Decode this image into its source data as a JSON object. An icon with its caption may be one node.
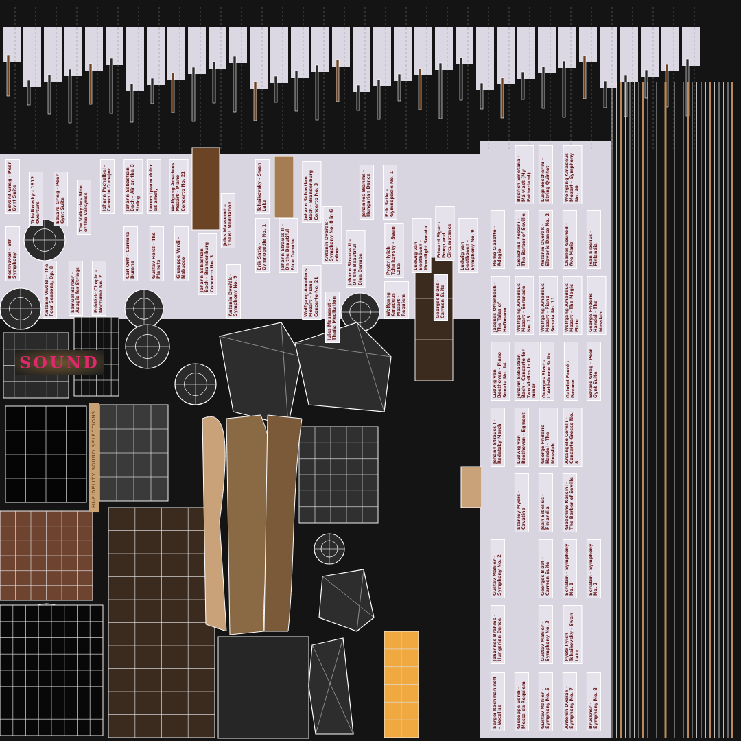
{
  "diagram": {
    "labels": [
      "Beethoven - 5th Symphony",
      "Edvard Grieg - Peer Gynt Suite",
      "Tchaikovsky - 1812 Overture",
      "Edvard Grieg - Peer Gynt Suite",
      "The Valkyries Ride of the Valkyries",
      "Johann Pachelbel - Canon in D major",
      "Johann Sebastian Bach - Air on the G String",
      "Lorem ipsum dolor sit amet,",
      "Wolfgang Amadeus Mozart - Piano Concerto No. 21",
      "Jules Massenet - Thaïs: Meditation",
      "Carl Orff - Carmina Burana",
      "Gustav Holst - The Planets",
      "Giuseppe Verdi - Nabucco",
      "Johann Sebastian Bach - Brandenburg Concerto No. 3",
      "Antonio Vivaldi - The Four Seasons, Op. 8",
      "Samuel Barber - Adagio for Strings",
      "Frédéric Chopin - Nocturne No. 2",
      "Antonín Dvořák - Symphony No. 9",
      "Tchaikovsky - Swan Lake",
      "Johann Sebastian Bach - Brandenburg Concerto No. 3",
      "Johannes Brahms - Hungarian Dance",
      "Erik Satie - Gymnopédie No. 1",
      "Erik Satie - Gymnopédie No. 1",
      "Johann Strauss II - On the Beautiful Blue Danube",
      "Wolfgang Amadeus Mozart - Piano Concerto No. 21",
      "Antonín Dvořák - Symphony No. 8 in G minor",
      "Johann Strauss II - On the Beautiful Blue Danube",
      "Jules Massenet - Thaïs: Meditation",
      "Pyotr Ilyich Tchaikovsky - Swan Lake",
      "Ludwig van Beethoven - Moonlight Sonata",
      "Edward Elgar - Pomp and Circumstance",
      "Ludwig van Beethoven - Symphony No. 9",
      "Wolfgang Amadeus Mozart - Requiem",
      "Georges Bizet - Carmen Suite",
      "Bedřich Smetana - Má vlast (My Fatherland)",
      "Luigi Boccherini - String Quintet",
      "Wolfgang Amadeus Mozart - Symphony No. 40",
      "Remo Giazotto - Adagio",
      "Gioachino Rossini - The Barber of Seville",
      "Antonín Dvořák - Slavonic Dance No. 2",
      "Charles Gounod - Ave Maria",
      "Jean Sibelius - Finlandia",
      "Jacques Offenbach - The Tales of Hoffmann",
      "Wolfgang Amadeus Mozart - Serenade No. 13",
      "Wolfgang Amadeus Mozart - Piano Sonata No. 11",
      "Wolfgang Amadeus Mozart - The Magic Flute",
      "George Frideric Handel - The Messiah",
      "Ludwig van Beethoven - Piano Sonata No. 14",
      "Johann Sebastian Bach - Concerto for Two Violins in D minor",
      "Georges Bizet - L'Arlésienne Suite",
      "Gabriel Fauré - Pavane",
      "Edvard Grieg - Peer Gynt Suite",
      "Johann Strauss I - Radetzky March",
      "Ludwig van Beethoven - Egmont",
      "George Frideric Handel - The Messiah",
      "Arcangelo Corelli - Concerto Grosso No. 8",
      "Stanley Myers - Cavatina",
      "Jean Sibelius - Finlandia",
      "Gioachino Rossini - The Barber of Seville",
      "Gustav Mahler - Symphony No. 2",
      "Georges Bizet - Carmen Suite",
      "Scriabin - Symphony No. 1",
      "Scriabin - Symphony No. 2",
      "Johannes Brahms - Hungarian Dance",
      "Gustav Mahler - Symphony No. 3",
      "Pyotr Ilyich Tchaikovsky - Swan Lake",
      "Sergei Rachmaninoff - Vocalise",
      "Giuseppe Verdi - Messa da Requiem",
      "Gustav Mahler - Symphony No. 5",
      "Antonín Dvořák - Symphony No. 7",
      "Bruckner - Symphony No. 8",
      "SOUND",
      "HI-FIDELITY SOUND SELECTIONS"
    ]
  }
}
